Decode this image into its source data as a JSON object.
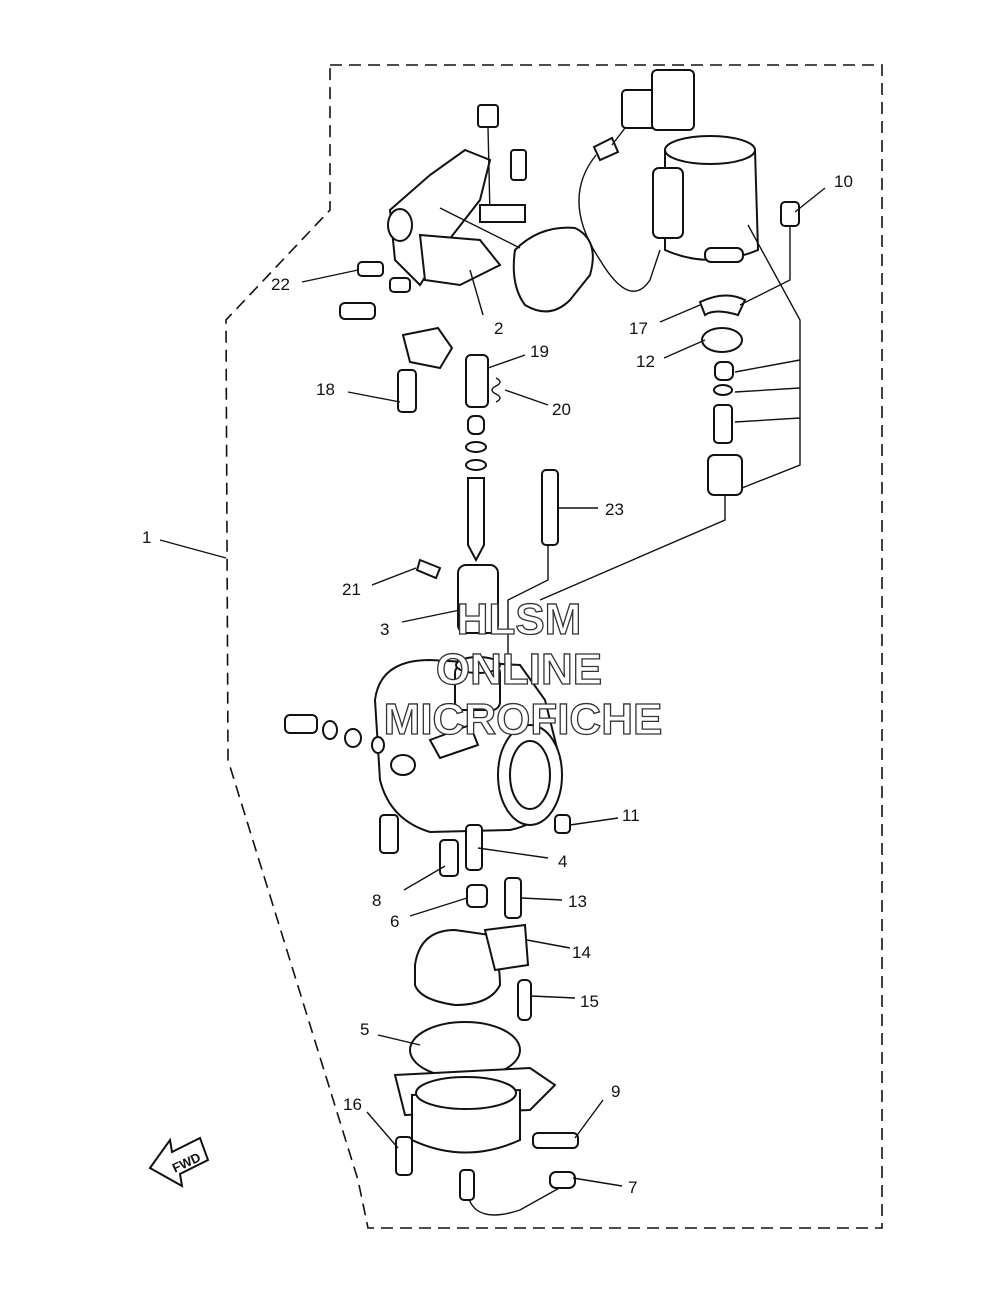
{
  "diagram": {
    "callouts": [
      "1",
      "2",
      "3",
      "4",
      "5",
      "6",
      "7",
      "8",
      "9",
      "10",
      "11",
      "12",
      "13",
      "14",
      "15",
      "16",
      "17",
      "18",
      "19",
      "20",
      "21",
      "22",
      "23"
    ],
    "watermark": [
      "HLSM",
      "ONLINE",
      "MICROFICHE"
    ],
    "fwd_label": "FWD"
  }
}
